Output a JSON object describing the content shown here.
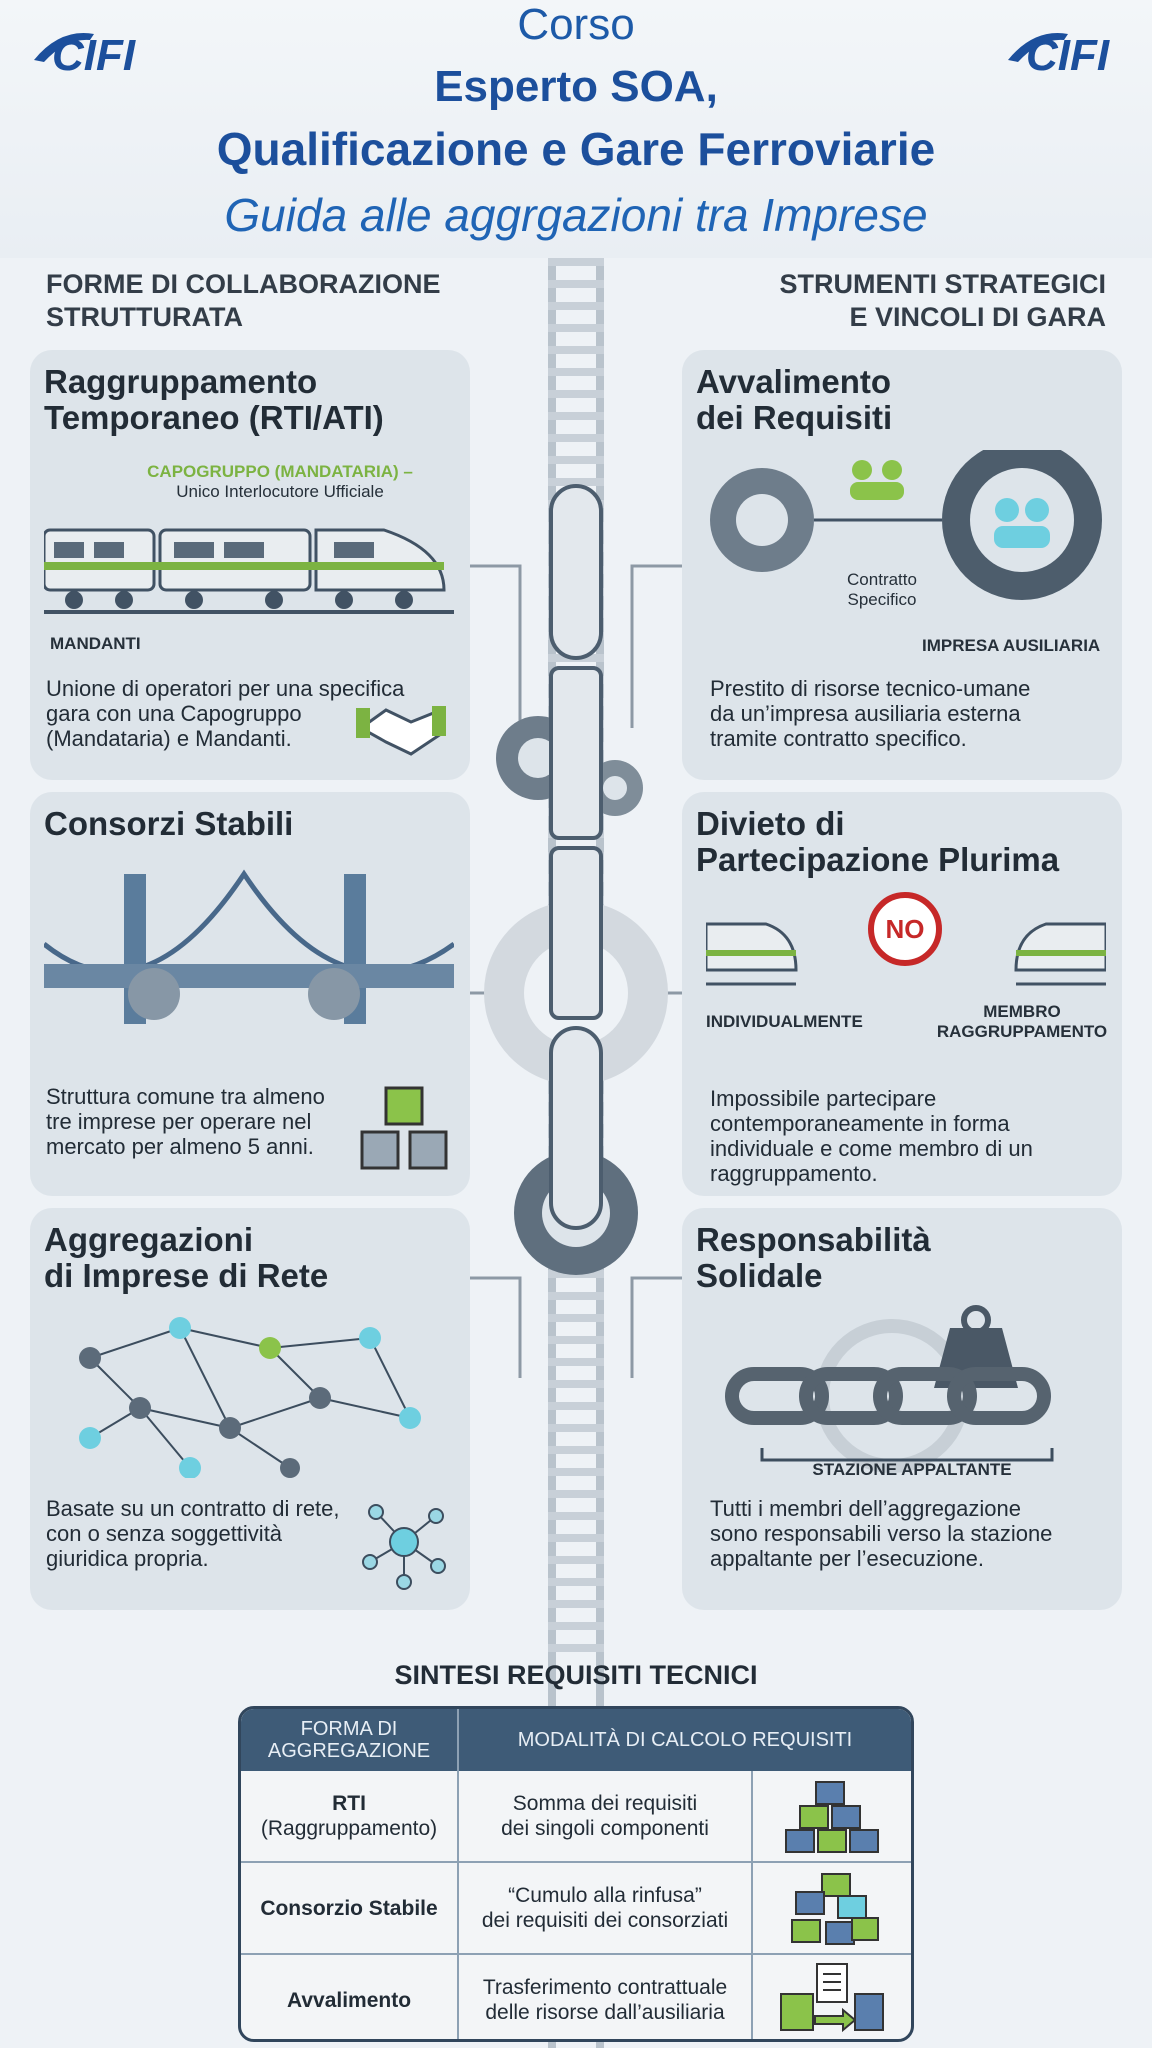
{
  "header": {
    "corso": "Corso",
    "title_line1": "Esperto SOA,",
    "title_line2": "Qualificazione  e Gare Ferroviarie",
    "subtitle": "Guida alle aggrgazioni tra Imprese",
    "logo_text": "CIFI"
  },
  "columns": {
    "left_heading_1": "FORME DI COLLABORAZIONE",
    "left_heading_2": "STRUTTURATA",
    "right_heading_1": "STRUMENTI STRATEGICI",
    "right_heading_2": "E VINCOLI DI GARA"
  },
  "cards": {
    "rti": {
      "title_1": "Raggruppamento",
      "title_2": "Temporaneo (RTI/ATI)",
      "label_capo_1": "CAPOGRUPPO (MANDATARIA) –",
      "label_capo_2": "Unico Interlocutore Ufficiale",
      "label_mandanti": "MANDANTI",
      "desc_1": "Unione di operatori per una specifica",
      "desc_2": "gara con una Capogruppo",
      "desc_3": "(Mandataria) e Mandanti."
    },
    "consorzi": {
      "title_1": "Consorzi Stabili",
      "desc_1": "Struttura comune tra almeno",
      "desc_2": "tre imprese per operare nel",
      "desc_3": "mercato per almeno 5 anni."
    },
    "rete": {
      "title_1": "Aggregazioni",
      "title_2": "di Imprese di Rete",
      "desc_1": "Basate su un contratto di rete,",
      "desc_2": "con o senza soggettività",
      "desc_3": "giuridica propria."
    },
    "avvalimento": {
      "title_1": "Avvalimento",
      "title_2": "dei Requisiti",
      "label_contratto_1": "Contratto",
      "label_contratto_2": "Specifico",
      "label_impresa": "IMPRESA AUSILIARIA",
      "desc_1": "Prestito di risorse tecnico-umane",
      "desc_2": "da un’impresa ausiliaria esterna",
      "desc_3": "tramite contratto specifico."
    },
    "divieto": {
      "title_1": "Divieto di",
      "title_2": "Partecipazione Plurima",
      "no_badge": "NO",
      "label_individ": "INDIVIDUALMENTE",
      "label_membro_1": "MEMBRO",
      "label_membro_2": "RAGGRUPPAMENTO",
      "desc_1": "Impossibile partecipare",
      "desc_2": "contemporaneamente in forma",
      "desc_3": "individuale e come membro di un",
      "desc_4": "raggruppamento."
    },
    "responsabilita": {
      "title_1": "Responsabilità",
      "title_2": "Solidale",
      "label_stazione": "STAZIONE APPALTANTE",
      "desc_1": "Tutti i membri dell’aggregazione",
      "desc_2": "sono responsabili verso la stazione",
      "desc_3": "appaltante per l’esecuzione."
    }
  },
  "table": {
    "title": "SINTESI REQUISITI TECNICI",
    "header_col1_1": "FORMA DI",
    "header_col1_2": "AGGREGAZIONE",
    "header_col2": "MODALITÀ DI CALCOLO REQUISITI",
    "rows": [
      {
        "name_1": "RTI",
        "name_2": "(Raggruppamento)",
        "mode_1": "Somma dei requisiti",
        "mode_2": "dei singoli componenti"
      },
      {
        "name_1": "Consorzio Stabile",
        "name_2": "",
        "mode_1": "“Cumulo alla rinfusa”",
        "mode_2": "dei requisiti dei consorziati"
      },
      {
        "name_1": "Avvalimento",
        "name_2": "",
        "mode_1": "Trasferimento contrattuale",
        "mode_2": "delle risorse dall’ausiliaria"
      }
    ]
  },
  "colors": {
    "brand_blue": "#1c4f9c",
    "accent_green": "#7cb342",
    "card_bg": "#dde4ea",
    "table_header": "#3e5b77",
    "no_red": "#c62828"
  },
  "icons": [
    "cifi-logo",
    "train-icon",
    "handshake-icon",
    "people-icon",
    "gear-icon",
    "bridge-icon",
    "cubes-icon",
    "network-icon",
    "no-icon",
    "chain-icon",
    "weight-icon",
    "document-icon"
  ]
}
